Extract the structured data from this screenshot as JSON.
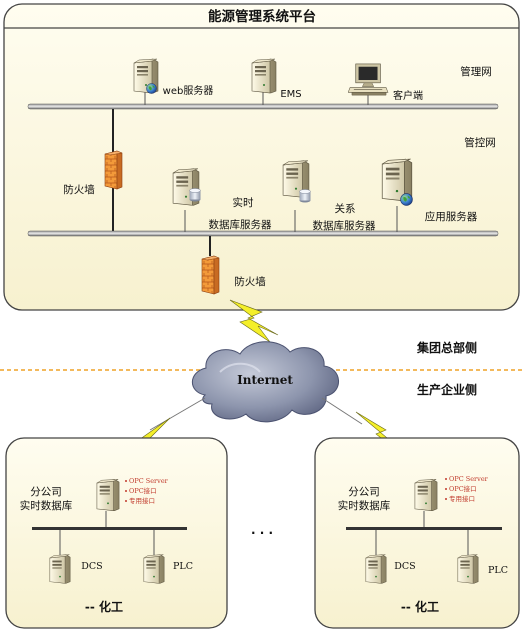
{
  "header": {
    "title": "能源管理系统平台"
  },
  "hq": {
    "network_mgmt": "管理网",
    "network_ctrl": "管控网",
    "web_server": "web服务器",
    "ems": "EMS",
    "client": "客户端",
    "firewall_left": "防火墙",
    "rt_db_line1": "实时",
    "rt_db_line2": "数据库服务器",
    "rel_db_line1": "关系",
    "rel_db_line2": "数据库服务器",
    "app_server": "应用服务器",
    "firewall_bottom": "防火墙"
  },
  "middle": {
    "internet": "Internet",
    "group_side": "集团总部侧",
    "production_side": "生产企业侧"
  },
  "branches": [
    {
      "db_line1": "分公司",
      "db_line2": "实时数据库",
      "opc": [
        "OPC Server",
        "OPC接口",
        "专用接口"
      ],
      "dcs": "DCS",
      "plc": "PLC",
      "name": "-- 化工"
    },
    {
      "db_line1": "分公司",
      "db_line2": "实时数据库",
      "opc": [
        "OPC Server",
        "OPC接口",
        "专用接口"
      ],
      "dcs": "DCS",
      "plc": "PLC",
      "name": "-- 化工"
    }
  ],
  "ellipsis": "· · ·",
  "colors": {
    "panel_fill": "#fbf7dd",
    "panel_border": "#444444",
    "bus_color": "#555555",
    "firewall_color": "#f08a24",
    "lightning_color": "#f4ef2a",
    "cloud_color": "#8d95ad",
    "dashed_divider": "#f3b95c"
  }
}
